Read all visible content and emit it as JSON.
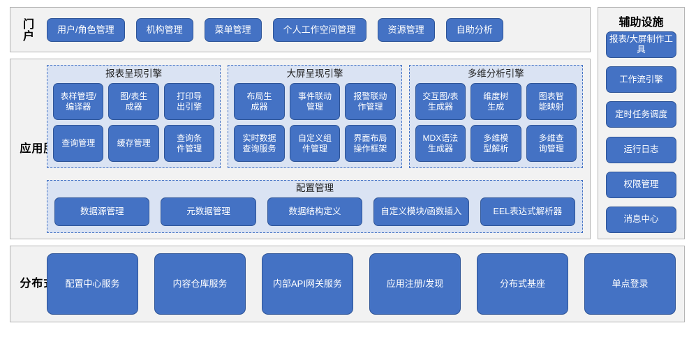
{
  "portal": {
    "section_label": "门户",
    "items": [
      {
        "label": "用户/角色管理"
      },
      {
        "label": "机构管理"
      },
      {
        "label": "菜单管理"
      },
      {
        "label": "个人工作空间管理"
      },
      {
        "label": "资源管理"
      },
      {
        "label": "自助分析"
      }
    ]
  },
  "auxiliary": {
    "title": "辅助设施",
    "items": [
      {
        "label": "报表/大屏制作工具"
      },
      {
        "label": "工作流引擎"
      },
      {
        "label": "定时任务调度"
      },
      {
        "label": "运行日志"
      },
      {
        "label": "权限管理"
      },
      {
        "label": "消息中心"
      }
    ]
  },
  "app_services": {
    "section_label": "应用服务",
    "engines": [
      {
        "title": "报表呈现引擎",
        "items": [
          {
            "label": "表样管理/\n编译器"
          },
          {
            "label": "图/表生\n成器"
          },
          {
            "label": "打印导\n出引擎"
          },
          {
            "label": "查询管理"
          },
          {
            "label": "缓存管理"
          },
          {
            "label": "查询条\n件管理"
          }
        ]
      },
      {
        "title": "大屏呈现引擎",
        "items": [
          {
            "label": "布局生\n成器"
          },
          {
            "label": "事件联动\n管理"
          },
          {
            "label": "报警联动\n作管理"
          },
          {
            "label": "实时数据\n查询服务"
          },
          {
            "label": "自定义组\n件管理"
          },
          {
            "label": "界面布局\n操作框架"
          }
        ]
      },
      {
        "title": "多维分析引擎",
        "items": [
          {
            "label": "交互图/表\n生成器"
          },
          {
            "label": "维度树\n生成"
          },
          {
            "label": "图表智\n能映射"
          },
          {
            "label": "MDX语法\n生成器"
          },
          {
            "label": "多维模\n型解析"
          },
          {
            "label": "多维查\n询管理"
          }
        ]
      }
    ],
    "config": {
      "title": "配置管理",
      "items": [
        {
          "label": "数据源管理"
        },
        {
          "label": "元数据管理"
        },
        {
          "label": "数据结构定义"
        },
        {
          "label": "自定义模块/函数插入"
        },
        {
          "label": "EEL表达式解析器"
        }
      ]
    }
  },
  "distributed": {
    "section_label": "分布式基础",
    "items": [
      {
        "label": "配置中心服务"
      },
      {
        "label": "内容仓库服务"
      },
      {
        "label": "内部API网关服务"
      },
      {
        "label": "应用注册/发现"
      },
      {
        "label": "分布式基座"
      },
      {
        "label": "单点登录"
      }
    ]
  },
  "colors": {
    "button_fill": "#4472c4",
    "button_border": "#2f5597",
    "group_fill": "#dae3f3",
    "group_border": "#4472c4",
    "panel_fill": "#f2f2f2",
    "panel_border": "#b4b4b4",
    "text_on_button": "#ffffff"
  }
}
